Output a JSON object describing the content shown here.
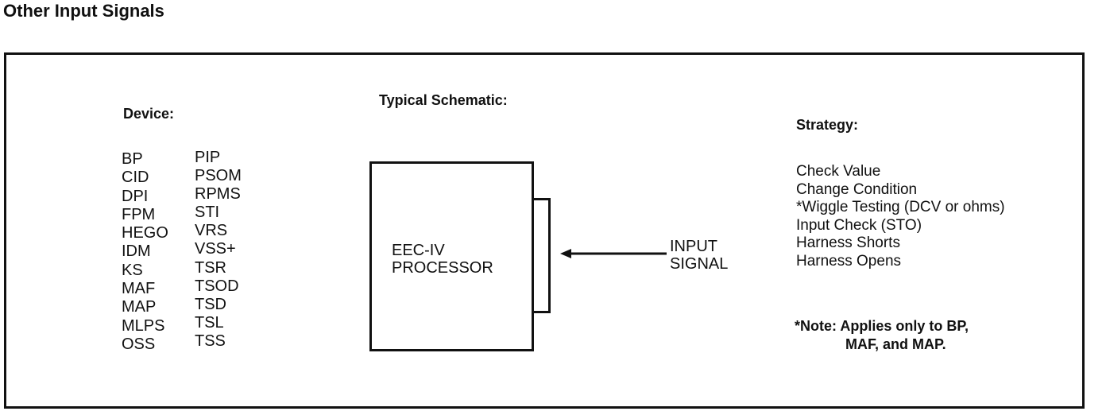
{
  "title": "Other Input Signals",
  "device": {
    "heading": "Device:",
    "column1": [
      "BP",
      "CID",
      "DPI",
      "FPM",
      "HEGO",
      "IDM",
      "KS",
      "MAF",
      "MAP",
      "MLPS",
      "OSS"
    ],
    "column2": [
      "PIP",
      "PSOM",
      "RPMS",
      "STI",
      "VRS",
      "VSS+",
      "TSR",
      "TSOD",
      "TSD",
      "TSL",
      "TSS"
    ]
  },
  "schematic": {
    "heading": "Typical Schematic:",
    "processor_line1": "EEC-IV",
    "processor_line2": "PROCESSOR",
    "input_line1": "INPUT",
    "input_line2": "SIGNAL"
  },
  "strategy": {
    "heading": "Strategy:",
    "items": [
      "Check Value",
      "Change Condition",
      "*Wiggle Testing (DCV or ohms)",
      "Input Check (STO)",
      "Harness Shorts",
      "Harness Opens"
    ]
  },
  "note": {
    "line1": "*Note: Applies only to BP,",
    "line2": "MAF, and MAP."
  }
}
